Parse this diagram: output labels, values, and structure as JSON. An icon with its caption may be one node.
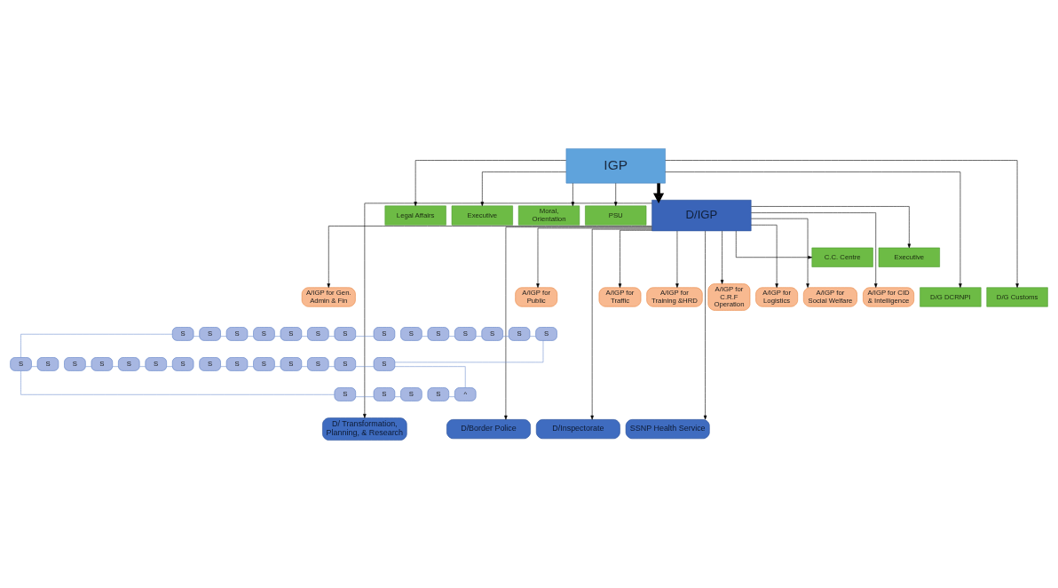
{
  "diagram": {
    "nodes": [
      {
        "text": [
          "IGP"
        ]
      },
      {
        "text": [
          "Legal Affairs"
        ]
      },
      {
        "text": [
          "Executive"
        ]
      },
      {
        "text": [
          "Moral, Orientation"
        ]
      },
      {
        "text": [
          "PSU"
        ]
      },
      {
        "text": [
          "D/IGP"
        ]
      },
      {
        "text": [
          "C.C. Centre"
        ]
      },
      {
        "text": [
          "Executive"
        ]
      },
      {
        "text": [
          "A/IGP for Gen. Admin & Fin"
        ]
      },
      {
        "text": [
          "A/IGP for Traffic"
        ]
      },
      {
        "text": [
          "A/IGP for Training &HRD"
        ]
      },
      {
        "text": [
          "A/IGP for C.R.F Operation"
        ]
      },
      {
        "text": [
          "A/IGP for Logistics"
        ]
      },
      {
        "text": [
          "A/IGP for Social Welfare"
        ]
      },
      {
        "text": [
          "A/IGP for CID & Intelligence"
        ]
      },
      {
        "text": [
          "A/IGP for Public"
        ]
      },
      {
        "text": [
          "D/G DCRNPI"
        ]
      },
      {
        "text": [
          "D/G Customs"
        ]
      },
      {
        "text": [
          "S"
        ]
      },
      {
        "text": [
          "S"
        ]
      },
      {
        "text": [
          "S"
        ]
      },
      {
        "text": [
          "S"
        ]
      },
      {
        "text": [
          "S"
        ]
      },
      {
        "text": [
          "S"
        ]
      },
      {
        "text": [
          "S"
        ]
      },
      {
        "text": [
          "S"
        ]
      },
      {
        "text": [
          "S"
        ]
      },
      {
        "text": [
          "S"
        ]
      },
      {
        "text": [
          "S"
        ]
      },
      {
        "text": [
          "S"
        ]
      },
      {
        "text": [
          "S"
        ]
      },
      {
        "text": [
          "S"
        ]
      },
      {
        "text": [
          "S"
        ]
      },
      {
        "text": [
          "S"
        ]
      },
      {
        "text": [
          "S"
        ]
      },
      {
        "text": [
          "S"
        ]
      },
      {
        "text": [
          "S"
        ]
      },
      {
        "text": [
          "S"
        ]
      },
      {
        "text": [
          "S"
        ]
      },
      {
        "text": [
          "S"
        ]
      },
      {
        "text": [
          "S"
        ]
      },
      {
        "text": [
          "S"
        ]
      },
      {
        "text": [
          "S"
        ]
      },
      {
        "text": [
          "S"
        ]
      },
      {
        "text": [
          "S"
        ]
      },
      {
        "text": [
          "S"
        ]
      },
      {
        "text": [
          "S"
        ]
      },
      {
        "text": [
          "S"
        ]
      },
      {
        "text": [
          "S"
        ]
      },
      {
        "text": [
          "S"
        ]
      },
      {
        "text": [
          "^"
        ]
      },
      {
        "text": [
          "D/ Transformation, Planning, & Research"
        ]
      },
      {
        "text": [
          "D/Border Police"
        ]
      },
      {
        "text": [
          "D/Inspectorate"
        ]
      },
      {
        "text": [
          "SSNP Health Service"
        ]
      }
    ],
    "edges": [
      {
        "from": 0,
        "to": 1,
        "arrow": "to",
        "color": "#000000"
      },
      {
        "from": 0,
        "to": 2,
        "arrow": "to",
        "color": "#000000"
      },
      {
        "from": 0,
        "to": 3,
        "arrow": "to",
        "color": "#000000"
      },
      {
        "from": 0,
        "to": 4,
        "arrow": "to",
        "color": "#000000"
      },
      {
        "from": 0,
        "to": 5,
        "arrow": "to",
        "style": "thick",
        "color": "#000000"
      },
      {
        "from": 0,
        "to": 16,
        "arrow": "to",
        "color": "#000000"
      },
      {
        "from": 0,
        "to": 17,
        "arrow": "to",
        "color": "#000000"
      },
      {
        "from": 5,
        "to": 6,
        "arrow": "to",
        "color": "#000000"
      },
      {
        "from": 5,
        "to": 7,
        "arrow": "to",
        "color": "#000000"
      },
      {
        "from": 5,
        "to": 8,
        "arrow": "to",
        "color": "#000000"
      },
      {
        "from": 5,
        "to": 9,
        "arrow": "to",
        "color": "#000000"
      },
      {
        "from": 5,
        "to": 10,
        "arrow": "to",
        "color": "#000000"
      },
      {
        "from": 5,
        "to": 11,
        "arrow": "to",
        "color": "#000000"
      },
      {
        "from": 5,
        "to": 12,
        "arrow": "to",
        "color": "#000000"
      },
      {
        "from": 5,
        "to": 13,
        "arrow": "to",
        "color": "#000000"
      },
      {
        "from": 5,
        "to": 14,
        "arrow": "to",
        "color": "#000000"
      },
      {
        "from": 5,
        "to": 15,
        "arrow": "to",
        "color": "#000000"
      },
      {
        "from": 5,
        "to": 51,
        "arrow": "to",
        "color": "#000000"
      },
      {
        "from": 5,
        "to": 52,
        "arrow": "to",
        "color": "#000000"
      },
      {
        "from": 5,
        "to": 53,
        "arrow": "to",
        "color": "#000000"
      },
      {
        "from": 5,
        "to": 54,
        "arrow": "to",
        "color": "#000000"
      },
      {
        "from": 18,
        "to": 19,
        "arrow": "none"
      },
      {
        "from": 19,
        "to": 20,
        "arrow": "none"
      },
      {
        "from": 20,
        "to": 21,
        "arrow": "none"
      },
      {
        "from": 21,
        "to": 22,
        "arrow": "none"
      },
      {
        "from": 22,
        "to": 23,
        "arrow": "none"
      },
      {
        "from": 23,
        "to": 24,
        "arrow": "none"
      },
      {
        "from": 24,
        "to": 35,
        "arrow": "none"
      },
      {
        "from": 18,
        "to": 25,
        "arrow": "none"
      },
      {
        "from": 25,
        "to": 26,
        "arrow": "none"
      },
      {
        "from": 27,
        "to": 28,
        "arrow": "none"
      },
      {
        "from": 28,
        "to": 29,
        "arrow": "none"
      },
      {
        "from": 29,
        "to": 30,
        "arrow": "none"
      },
      {
        "from": 30,
        "to": 31,
        "arrow": "none"
      },
      {
        "from": 25,
        "to": 32,
        "arrow": "none"
      },
      {
        "from": 32,
        "to": 33,
        "arrow": "none"
      },
      {
        "from": 33,
        "to": 34,
        "arrow": "none"
      },
      {
        "from": 36,
        "to": 37,
        "arrow": "none"
      },
      {
        "from": 37,
        "to": 38,
        "arrow": "none"
      },
      {
        "from": 38,
        "to": 39,
        "arrow": "none"
      },
      {
        "from": 39,
        "to": 40,
        "arrow": "none"
      },
      {
        "from": 40,
        "to": 41,
        "arrow": "none"
      },
      {
        "from": 41,
        "to": 48,
        "arrow": "none"
      },
      {
        "from": 42,
        "to": 43,
        "arrow": "none"
      },
      {
        "from": 43,
        "to": 44,
        "arrow": "none"
      },
      {
        "from": 44,
        "to": 45,
        "arrow": "none"
      },
      {
        "from": 45,
        "to": 46,
        "arrow": "none"
      },
      {
        "from": 46,
        "to": 47,
        "arrow": "none"
      },
      {
        "from": 47,
        "to": 48,
        "arrow": "none"
      },
      {
        "from": 48,
        "to": 50,
        "arrow": "none"
      },
      {
        "from": 49,
        "to": 50,
        "arrow": "none"
      }
    ]
  }
}
